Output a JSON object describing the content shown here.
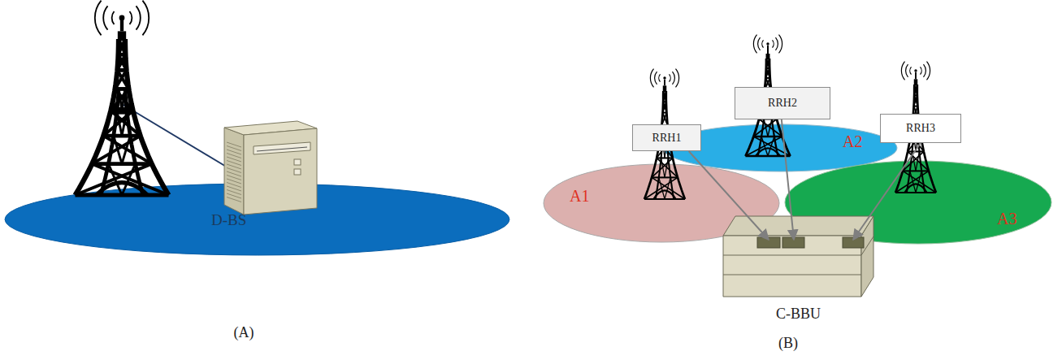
{
  "diagram": {
    "nodes": [
      {
        "text": [
          "D-BS"
        ]
      },
      {
        "text": [
          "RRH1"
        ]
      },
      {
        "text": [
          "RRH2"
        ]
      },
      {
        "text": [
          "RRH3"
        ]
      },
      {
        "text": [
          "A1"
        ]
      },
      {
        "text": [
          "A2"
        ]
      },
      {
        "text": [
          "A3"
        ]
      },
      {
        "text": [
          "C-BBU"
        ]
      }
    ],
    "edges": [
      {
        "from": 1,
        "to": 7,
        "arrow": "to"
      },
      {
        "from": 2,
        "to": 7,
        "arrow": "to"
      },
      {
        "from": 3,
        "to": 7,
        "arrow": "to"
      }
    ],
    "labels": [
      "(A)",
      "(B)"
    ]
  }
}
